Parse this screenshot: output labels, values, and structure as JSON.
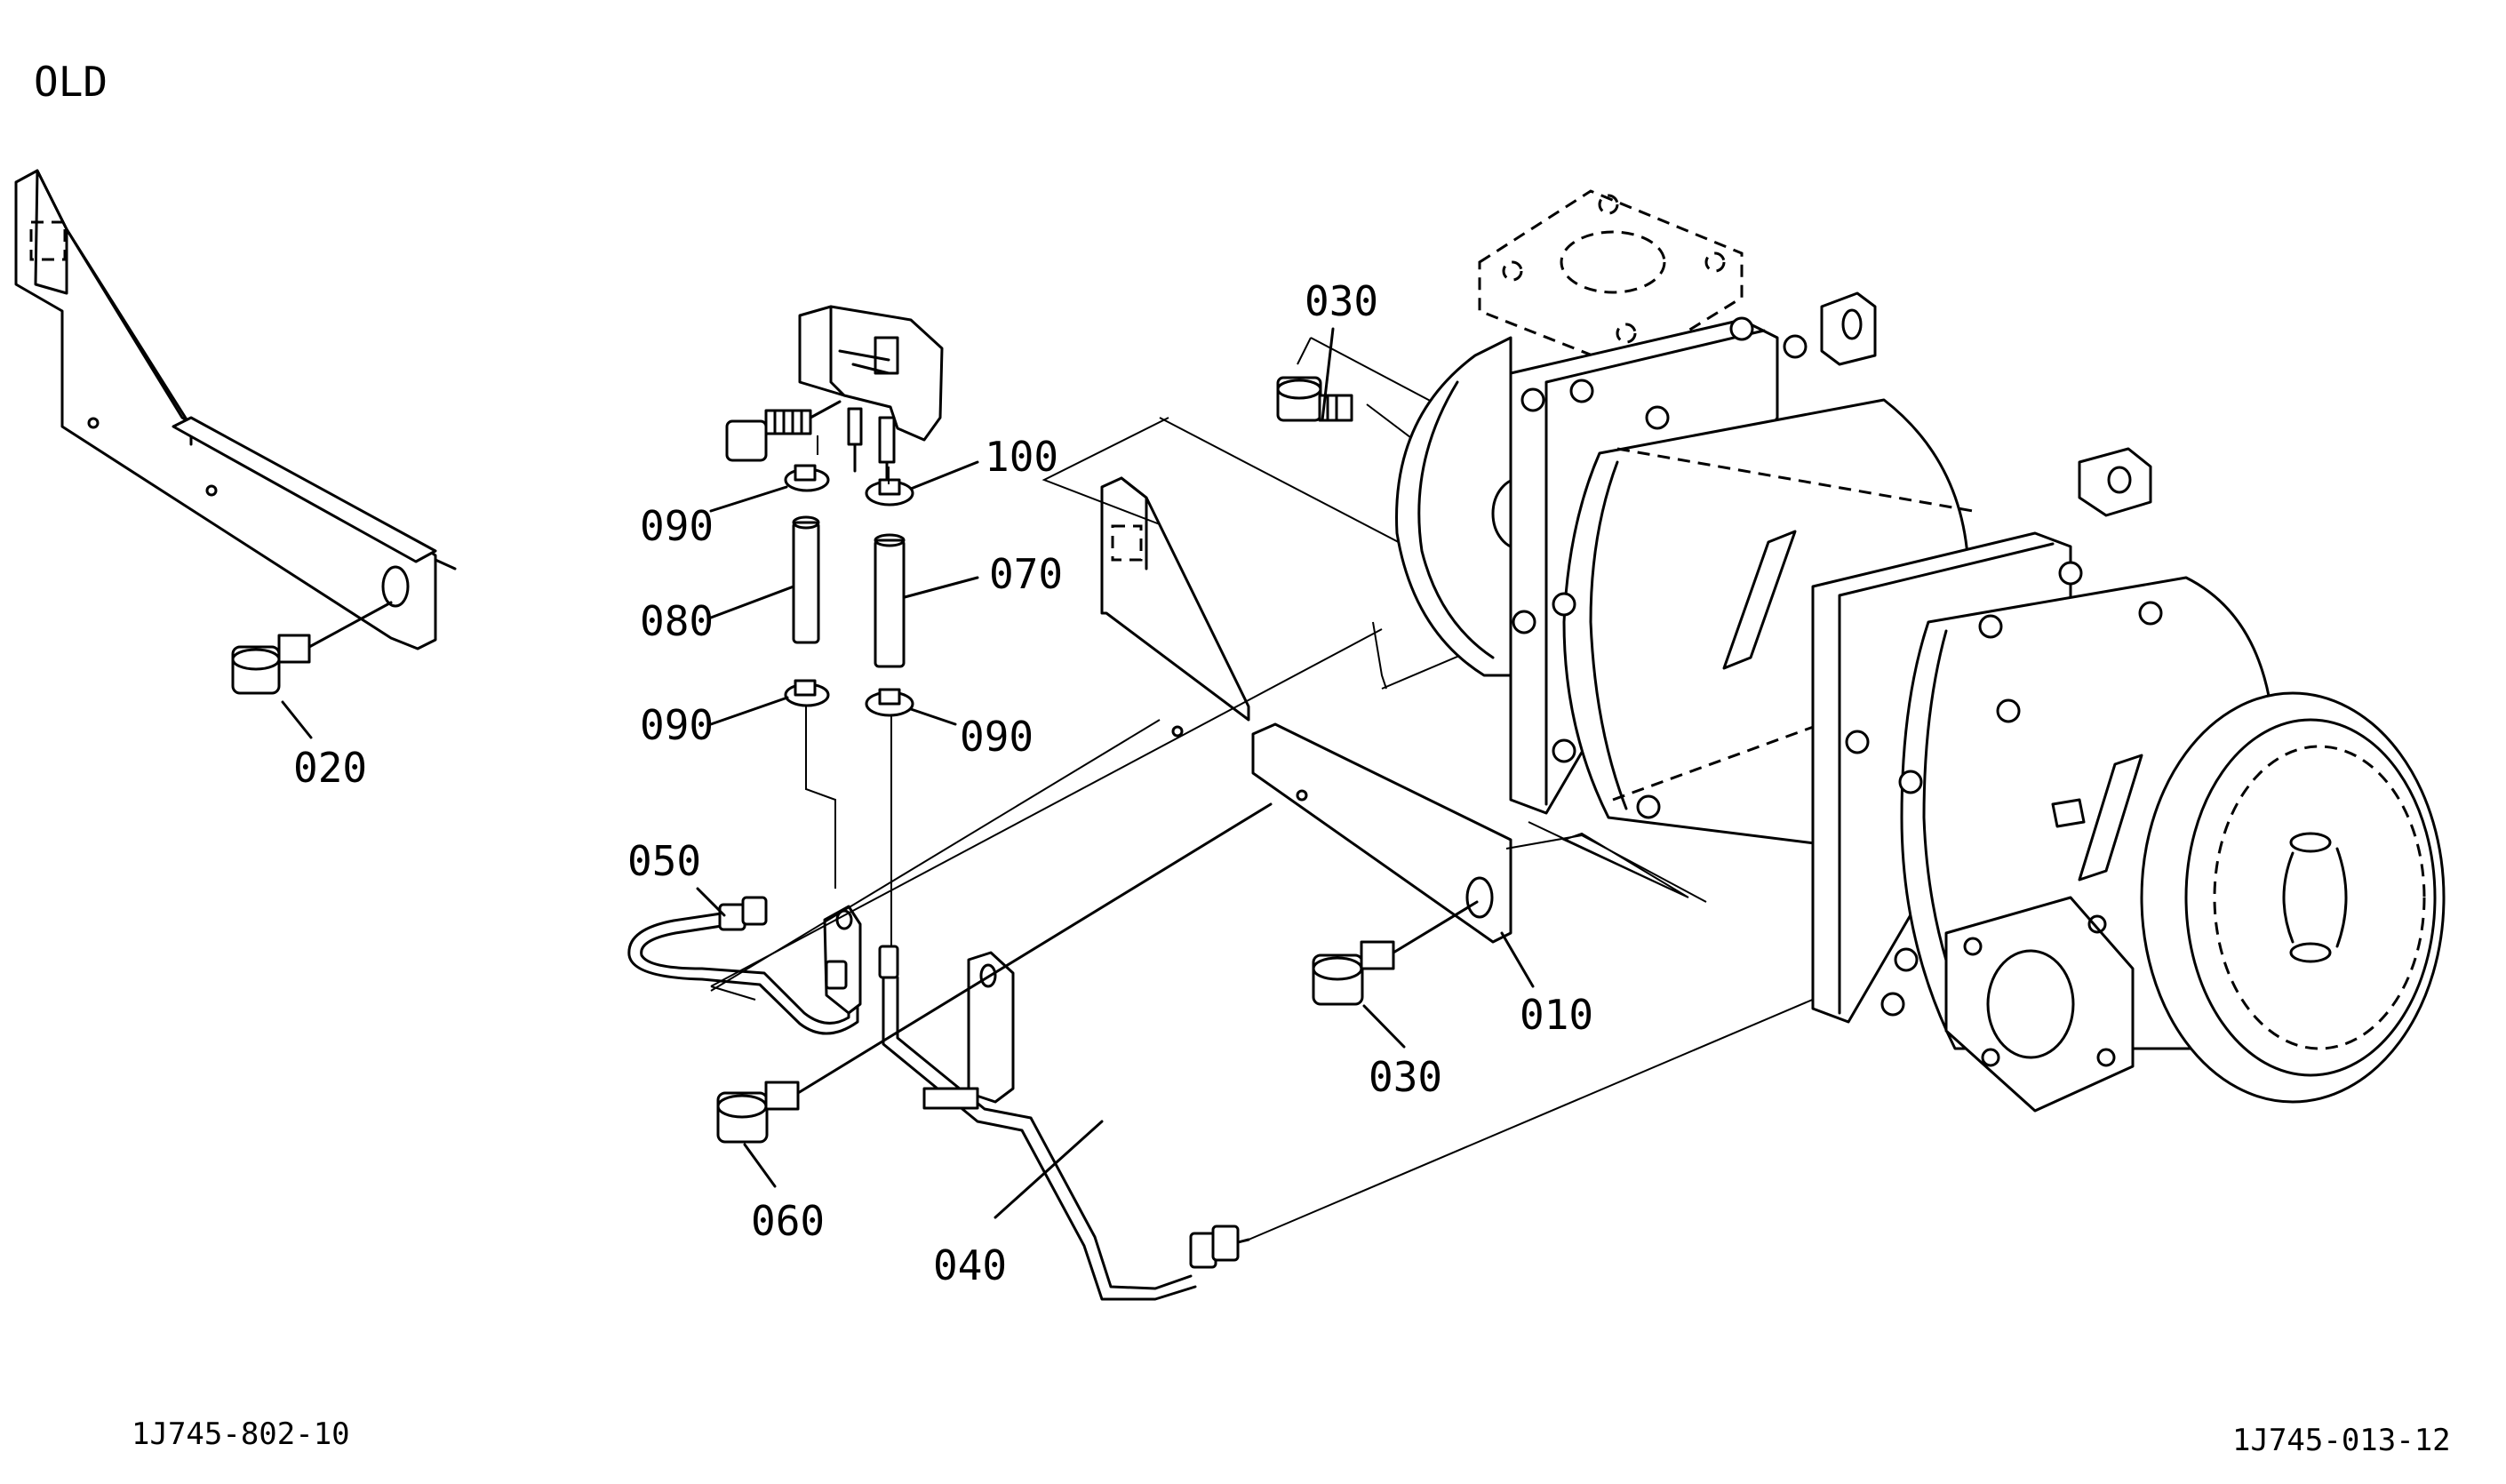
{
  "header": {
    "variant_label": "OLD"
  },
  "footer": {
    "left_code": "1J745-802-10",
    "right_code": "1J745-013-12"
  },
  "callouts": {
    "c010": "010",
    "c020": "020",
    "c030_top": "030",
    "c030_bottom": "030",
    "c040": "040",
    "c050": "050",
    "c060": "060",
    "c070": "070",
    "c080": "080",
    "c090_upper_left": "090",
    "c090_lower_left": "090",
    "c090_lower_right": "090",
    "c100": "100"
  }
}
